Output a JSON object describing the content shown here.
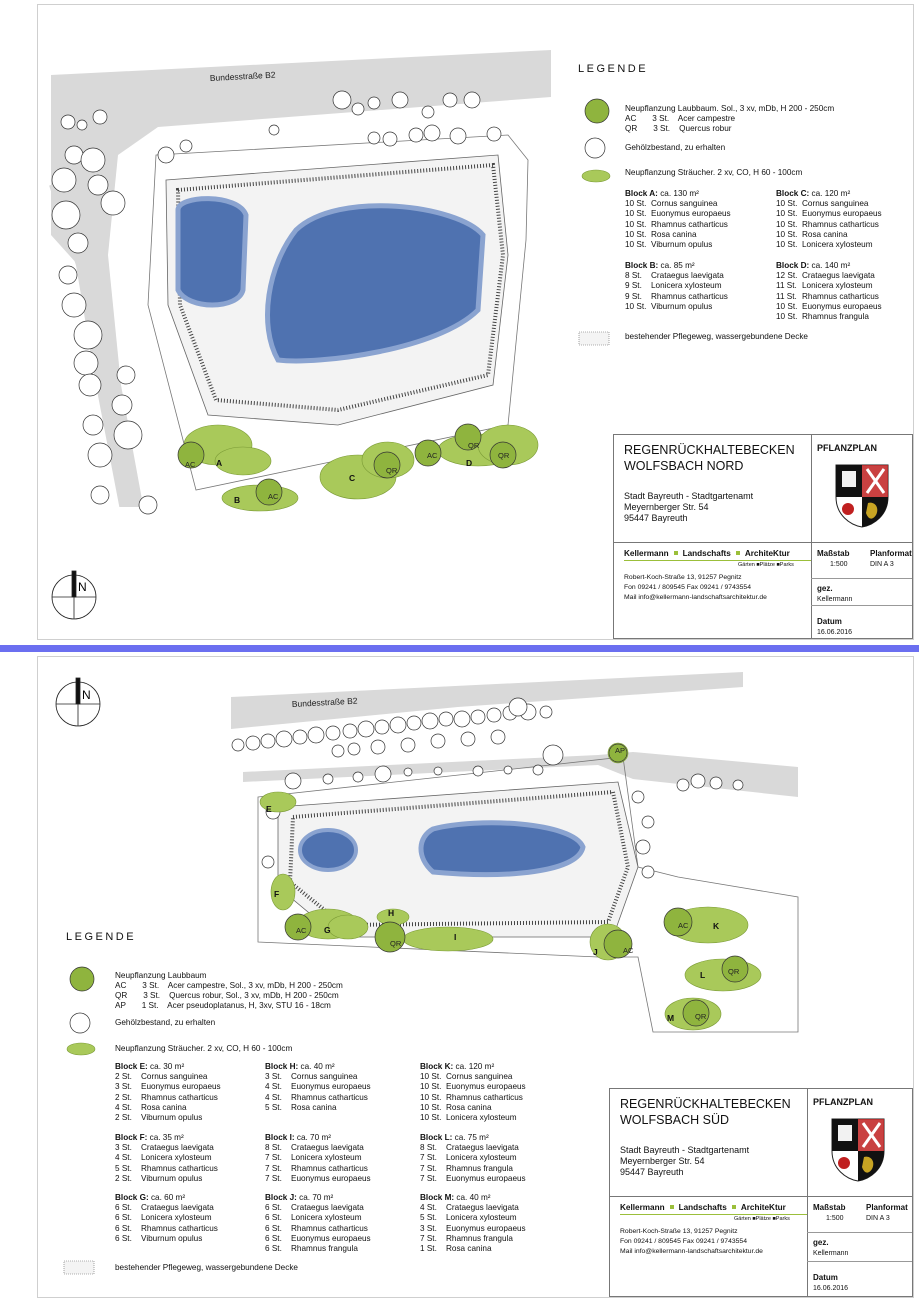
{
  "north": {
    "road": "Bundesstraße B2",
    "north_arrow": "N",
    "legend": {
      "title": "LEGENDE",
      "tree_new": [
        "Neupflanzung Laubbaum. Sol., 3 xv, mDb, H 200 - 250cm",
        "AC       3 St.    Acer campestre",
        "QR       3 St.    Quercus robur"
      ],
      "tree_existing": "Gehölzbestand, zu erhalten",
      "shrubs": "Neupflanzung Sträucher. 2 xv, CO, H 60 - 100cm",
      "blocks": [
        {
          "name": "Block A:",
          "area": "ca. 130 m²",
          "items": [
            [
              "10 St.",
              "Cornus sanguinea"
            ],
            [
              "10 St.",
              "Euonymus europaeus"
            ],
            [
              "10 St.",
              "Rhamnus catharticus"
            ],
            [
              "10 St.",
              "Rosa canina"
            ],
            [
              "10 St.",
              "Viburnum opulus"
            ]
          ]
        },
        {
          "name": "Block C:",
          "area": "ca. 120 m²",
          "items": [
            [
              "10 St.",
              "Cornus sanguinea"
            ],
            [
              "10 St.",
              "Euonymus europaeus"
            ],
            [
              "10 St.",
              "Rhamnus catharticus"
            ],
            [
              "10 St.",
              "Rosa canina"
            ],
            [
              "10 St.",
              "Lonicera xylosteum"
            ]
          ]
        },
        {
          "name": "Block B:",
          "area": "ca. 85 m²",
          "items": [
            [
              "8 St.",
              "Crataegus laevigata"
            ],
            [
              "9 St.",
              "Lonicera xylosteum"
            ],
            [
              "9 St.",
              "Rhamnus catharticus"
            ],
            [
              "10 St.",
              "Viburnum opulus"
            ]
          ]
        },
        {
          "name": "Block D:",
          "area": "ca. 140 m²",
          "items": [
            [
              "12 St.",
              "Crataegus laevigata"
            ],
            [
              "11 St.",
              "Lonicera xylosteum"
            ],
            [
              "11 St.",
              "Rhamnus catharticus"
            ],
            [
              "10 St.",
              "Euonymus europaeus"
            ],
            [
              "10 St.",
              "Rhamnus frangula"
            ]
          ]
        }
      ],
      "path": "bestehender Pflegeweg, wassergebundene Decke"
    },
    "title_block": {
      "title": [
        "REGENRÜCKHALTEBECKEN",
        "WOLFSBACH NORD"
      ],
      "plan_type": "PFLANZPLAN",
      "client": [
        "Stadt Bayreuth - Stadtgartenamt",
        "Meyernberger Str. 54",
        "95447 Bayreuth"
      ]
    },
    "labels": {
      "A": "A",
      "B": "B",
      "C": "C",
      "D": "D",
      "AC": "AC",
      "QR": "QR"
    }
  },
  "south": {
    "road": "Bundesstraße B2",
    "north_arrow": "N",
    "legend": {
      "title": "LEGENDE",
      "tree_new": [
        "Neupflanzung Laubbaum",
        "AC       3 St.    Acer campestre, Sol., 3 xv, mDb, H 200 - 250cm",
        "QR       3 St.    Quercus robur, Sol., 3 xv, mDb, H 200 - 250cm",
        "AP       1 St.    Acer pseudoplatanus, H, 3xv, STU 16 - 18cm"
      ],
      "tree_existing": "Gehölzbestand, zu erhalten",
      "shrubs": "Neupflanzung Sträucher. 2 xv, CO, H 60 - 100cm",
      "blocks": [
        {
          "name": "Block E:",
          "area": "ca. 30 m²",
          "items": [
            [
              "2 St.",
              "Cornus sanguinea"
            ],
            [
              "3 St.",
              "Euonymus europaeus"
            ],
            [
              "2 St.",
              "Rhamnus catharticus"
            ],
            [
              "4 St.",
              "Rosa canina"
            ],
            [
              "2 St.",
              "Viburnum opulus"
            ]
          ]
        },
        {
          "name": "Block H:",
          "area": "ca. 40 m²",
          "items": [
            [
              "3 St.",
              "Cornus sanguinea"
            ],
            [
              "4 St.",
              "Euonymus europaeus"
            ],
            [
              "4 St.",
              "Rhamnus catharticus"
            ],
            [
              "5 St.",
              "Rosa canina"
            ]
          ]
        },
        {
          "name": "Block K:",
          "area": "ca. 120 m²",
          "items": [
            [
              "10 St.",
              "Cornus sanguinea"
            ],
            [
              "10 St.",
              "Euonymus europaeus"
            ],
            [
              "10 St.",
              "Rhamnus catharticus"
            ],
            [
              "10 St.",
              "Rosa canina"
            ],
            [
              "10 St.",
              "Lonicera xylosteum"
            ]
          ]
        },
        {
          "name": "Block F:",
          "area": "ca. 35 m²",
          "items": [
            [
              "3 St.",
              "Crataegus laevigata"
            ],
            [
              "4 St.",
              "Lonicera xylosteum"
            ],
            [
              "5 St.",
              "Rhamnus catharticus"
            ],
            [
              "2 St.",
              "Viburnum opulus"
            ]
          ]
        },
        {
          "name": "Block I:",
          "area": "ca. 70 m²",
          "items": [
            [
              "8 St.",
              "Crataegus laevigata"
            ],
            [
              "7 St.",
              "Lonicera xylosteum"
            ],
            [
              "7 St.",
              "Rhamnus catharticus"
            ],
            [
              "7 St.",
              "Euonymus europaeus"
            ]
          ]
        },
        {
          "name": "Block L:",
          "area": "ca. 75 m²",
          "items": [
            [
              "8 St.",
              "Crataegus laevigata"
            ],
            [
              "7 St.",
              "Lonicera xylosteum"
            ],
            [
              "7 St.",
              "Rhamnus frangula"
            ],
            [
              "7 St.",
              "Euonymus europaeus"
            ]
          ]
        },
        {
          "name": "Block G:",
          "area": "ca. 60 m²",
          "items": [
            [
              "6 St.",
              "Crataegus laevigata"
            ],
            [
              "6 St.",
              "Lonicera xylosteum"
            ],
            [
              "6 St.",
              "Rhamnus catharticus"
            ],
            [
              "6 St.",
              "Viburnum opulus"
            ]
          ]
        },
        {
          "name": "Block J:",
          "area": "ca. 70 m²",
          "items": [
            [
              "6 St.",
              "Crataegus laevigata"
            ],
            [
              "6 St.",
              "Lonicera xylosteum"
            ],
            [
              "6 St.",
              "Rhamnus catharticus"
            ],
            [
              "6 St.",
              "Euonymus europaeus"
            ],
            [
              "6 St.",
              "Rhamnus frangula"
            ]
          ]
        },
        {
          "name": "Block M:",
          "area": "ca. 40 m²",
          "items": [
            [
              "4 St.",
              "Crataegus laevigata"
            ],
            [
              "5 St.",
              "Lonicera xylosteum"
            ],
            [
              "3 St.",
              "Euonymus europaeus"
            ],
            [
              "7 St.",
              "Rhamnus frangula"
            ],
            [
              "1 St.",
              "Rosa canina"
            ]
          ]
        }
      ],
      "path": "bestehender Pflegeweg, wassergebundene Decke"
    },
    "title_block": {
      "title": [
        "REGENRÜCKHALTEBECKEN",
        "WOLFSBACH SÜD"
      ],
      "plan_type": "PFLANZPLAN",
      "client": [
        "Stadt Bayreuth - Stadtgartenamt",
        "Meyernberger Str. 54",
        "95447 Bayreuth"
      ]
    },
    "labels": {
      "E": "E",
      "F": "F",
      "G": "G",
      "H": "H",
      "I": "I",
      "J": "J",
      "K": "K",
      "L": "L",
      "M": "M",
      "AC": "AC",
      "QR": "QR",
      "AP": "AP"
    }
  },
  "firm": {
    "parts": [
      "Kellermann",
      "Landschafts",
      "ArchiteKtur"
    ],
    "tagline": "Gärten ■Plätze ■Parks",
    "address": "Robert-Koch-Straße 13, 91257 Pegnitz",
    "phone": "Fon 09241 / 809545     Fax 09241 / 9743554",
    "mail": "Mail info@kellermann-landschaftsarchitektur.de"
  },
  "meta": {
    "scale_label": "Maßstab",
    "scale_value": "1:500",
    "format_label": "Planformat",
    "format_value": "DIN A 3",
    "drawn_label": "gez.",
    "drawn_value": "Kellermann",
    "date_label": "Datum",
    "date_value": "16.06.2016"
  },
  "colors": {
    "water": "#4f72b0",
    "shrub": "#a9c95a",
    "tree_new": "#8fb43e",
    "road": "#d9d9d9",
    "accent_bar": "#6b6ff0"
  }
}
